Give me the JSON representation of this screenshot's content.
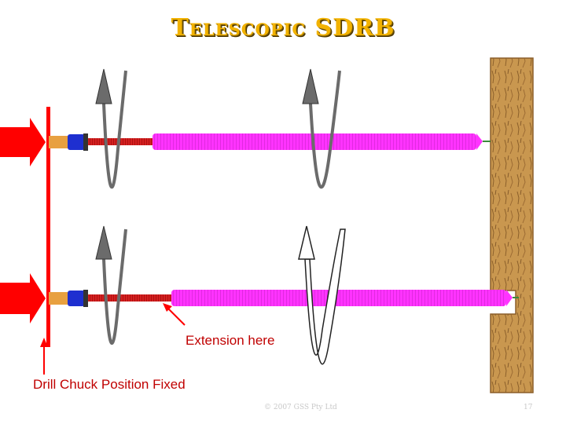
{
  "title": "Telescopic SDRB",
  "labels": {
    "extension": "Extension here",
    "chuck": "Drill Chuck Position Fixed"
  },
  "footer": {
    "copyright": "© 2007 GSS Pty Ltd",
    "page": "17"
  },
  "colors": {
    "title": "#f2b200",
    "arrow_red": "#ff0000",
    "rod_magenta": "#ff33ff",
    "coupler_blue": "#1e2fd0",
    "wood": "#c9974f",
    "rotation_arrow": "#6b6b6b"
  }
}
